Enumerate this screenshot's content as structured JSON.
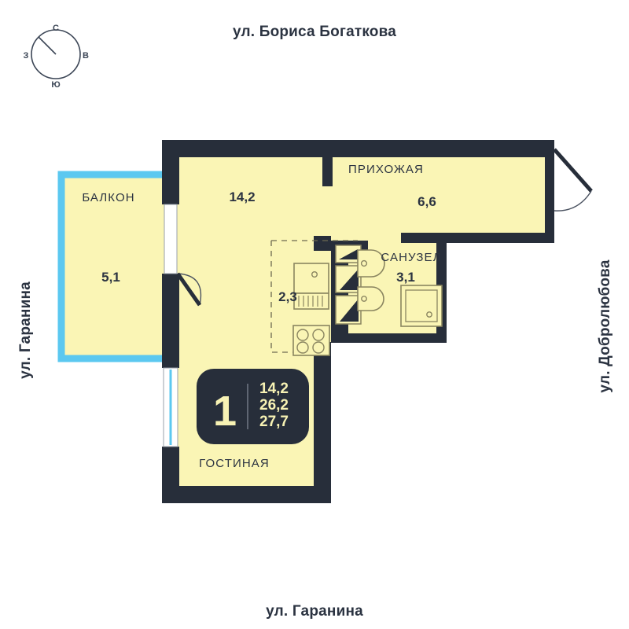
{
  "streets": {
    "top": "ул. Бориса Богаткова",
    "bottom": "ул. Гаранина",
    "left": "ул. Гаранина",
    "right": "ул. Добролюбова"
  },
  "compass": {
    "name": "compass-rose",
    "north": "С",
    "south": "Ю",
    "west": "З",
    "east": "В"
  },
  "colors": {
    "wall": "#272e3a",
    "floor": "#faf5b5",
    "balcony_rail": "#5bc8f0",
    "text": "#2b3341",
    "badge_bg": "#272e3a",
    "badge_text": "#f7f2b4",
    "fixture_line": "#8a8560",
    "background": "#ffffff"
  },
  "badge": {
    "rooms": "1",
    "areas": [
      "14,2",
      "26,2",
      "27,7"
    ]
  },
  "rooms": [
    {
      "id": "living",
      "name": "ГОСТИНАЯ",
      "area": "14,2"
    },
    {
      "id": "hall",
      "name": "ПРИХОЖАЯ",
      "area": "6,6"
    },
    {
      "id": "bath",
      "name": "САНУЗЕЛ",
      "area": "3,1"
    },
    {
      "id": "kitchen",
      "name": "",
      "area": "2,3"
    },
    {
      "id": "balcony",
      "name": "БАЛКОН",
      "area": "5,1"
    }
  ]
}
